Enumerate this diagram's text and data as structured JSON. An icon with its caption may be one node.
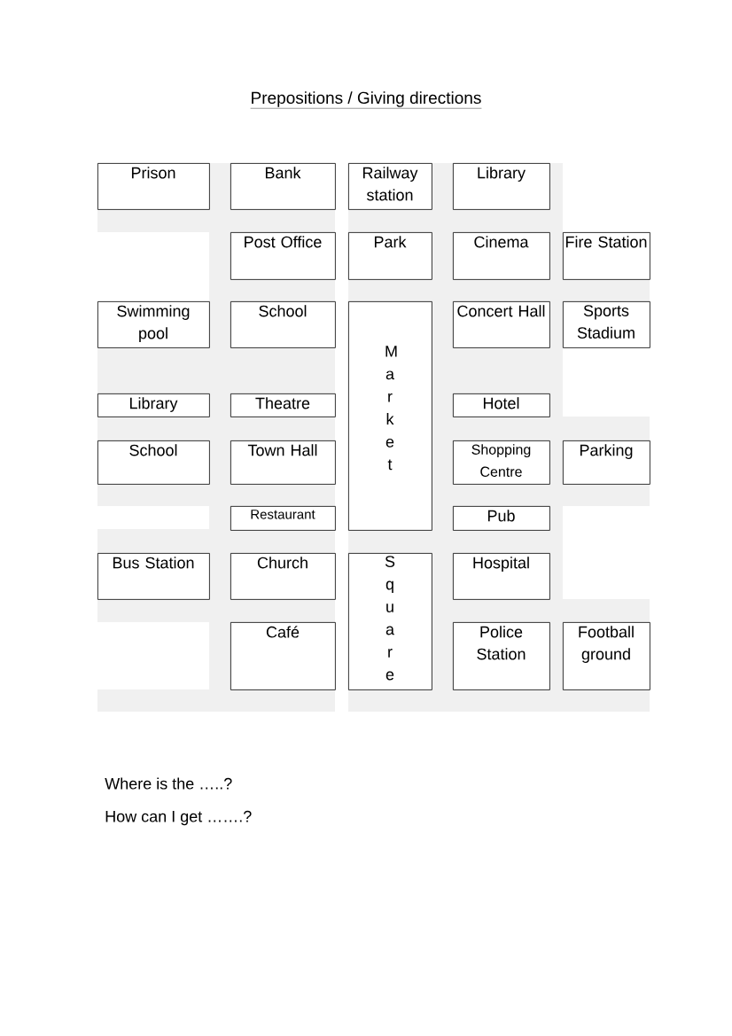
{
  "diagram": {
    "title": "Prepositions / Giving directions",
    "nodes": [
      {
        "text": [
          "Prison"
        ]
      },
      {
        "text": [
          "Bank"
        ]
      },
      {
        "text": [
          "Railway station"
        ]
      },
      {
        "text": [
          "Library"
        ]
      },
      {
        "text": [
          "Post Office"
        ]
      },
      {
        "text": [
          "Park"
        ]
      },
      {
        "text": [
          "Cinema"
        ]
      },
      {
        "text": [
          "Fire Station"
        ]
      },
      {
        "text": [
          "Swimming pool"
        ]
      },
      {
        "text": [
          "School"
        ]
      },
      {
        "text": [
          "Market"
        ]
      },
      {
        "text": [
          "Concert Hall"
        ]
      },
      {
        "text": [
          "Sports Stadium"
        ]
      },
      {
        "text": [
          "Library"
        ]
      },
      {
        "text": [
          "Theatre"
        ]
      },
      {
        "text": [
          "Hotel"
        ]
      },
      {
        "text": [
          "School"
        ]
      },
      {
        "text": [
          "Town Hall"
        ]
      },
      {
        "text": [
          "Shopping Centre"
        ]
      },
      {
        "text": [
          "Parking"
        ]
      },
      {
        "text": [
          "Restaurant"
        ]
      },
      {
        "text": [
          "Pub"
        ]
      },
      {
        "text": [
          "Bus Station"
        ]
      },
      {
        "text": [
          "Church"
        ]
      },
      {
        "text": [
          "Square"
        ]
      },
      {
        "text": [
          "Hospital"
        ]
      },
      {
        "text": [
          "Café"
        ]
      },
      {
        "text": [
          "Police Station"
        ]
      },
      {
        "text": [
          "Football ground"
        ]
      }
    ],
    "labels": [
      "Where is the …..?",
      "How can I get …….?"
    ]
  }
}
